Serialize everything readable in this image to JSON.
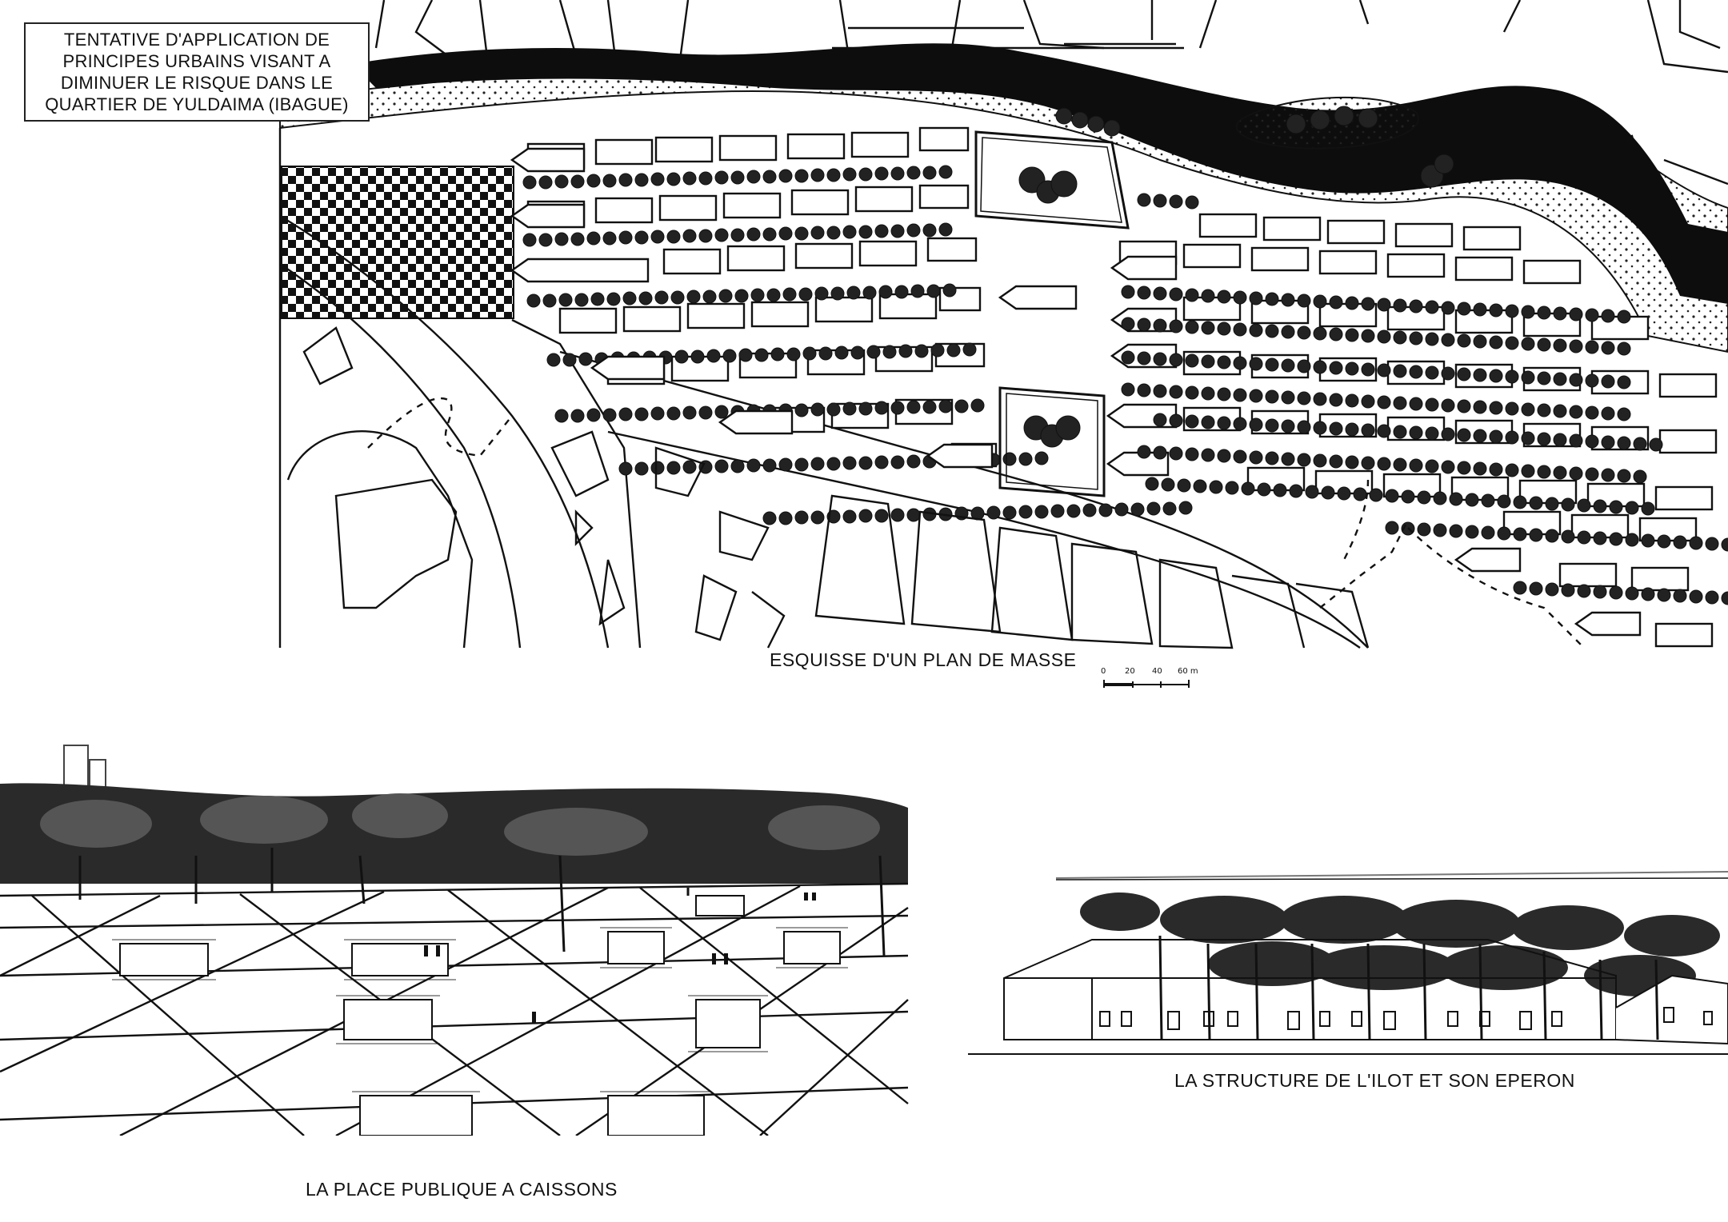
{
  "title_box": {
    "lines": [
      "TENTATIVE D'APPLICATION DE",
      "PRINCIPES URBAINS VISANT A",
      "DIMINUER LE RISQUE DANS LE",
      "QUARTIER DE YULDAIMA (IBAGUE)"
    ]
  },
  "site_plan": {
    "caption": "ESQUISSE D'UN PLAN DE MASSE",
    "scale_bar": {
      "ticks": [
        "0",
        "20",
        "40",
        "60 m"
      ]
    }
  },
  "plaza_sketch": {
    "caption": "LA PLACE PUBLIQUE A CAISSONS"
  },
  "block_sketch": {
    "caption": "LA STRUCTURE DE L'ILOT ET SON EPERON"
  },
  "colors": {
    "ink": "#111111",
    "paper": "#ffffff",
    "river": "#0d0d0d",
    "foliage": "#2a2a2a"
  }
}
